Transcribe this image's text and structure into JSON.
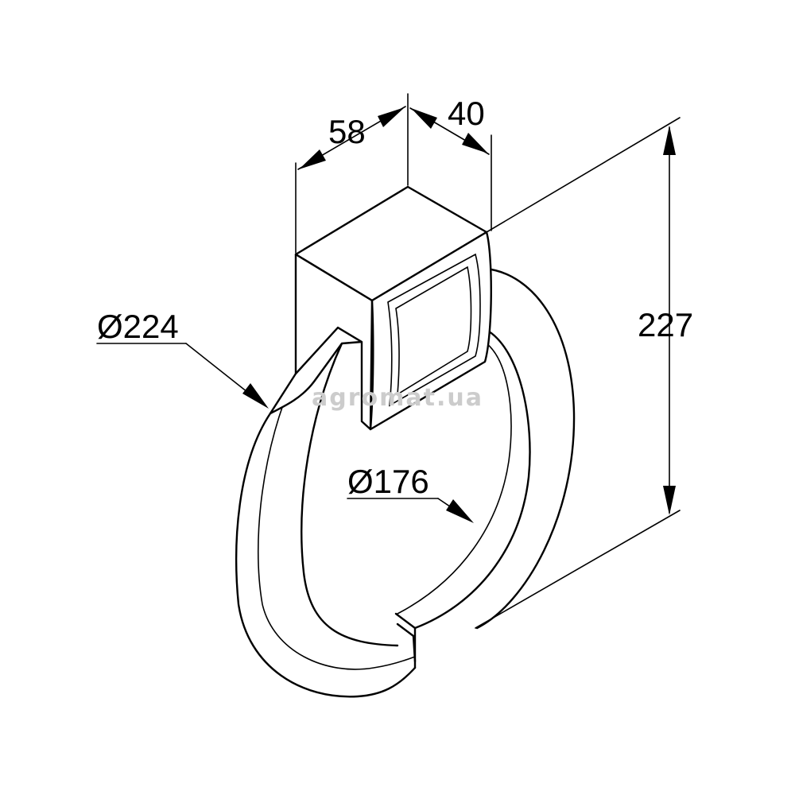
{
  "dimensions": {
    "width_a": "58",
    "width_b": "40",
    "height": "227",
    "outer_diameter": "Ø224",
    "inner_diameter": "Ø176"
  },
  "watermark": "agromat.ua",
  "colors": {
    "line": "#000000",
    "watermark": "#cccccc",
    "background": "#ffffff"
  }
}
